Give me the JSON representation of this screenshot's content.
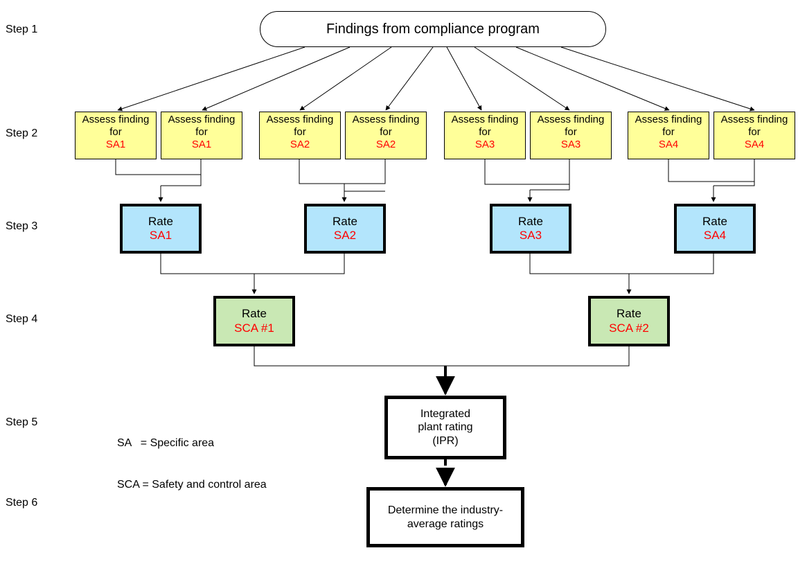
{
  "steps": [
    "Step 1",
    "Step 2",
    "Step 3",
    "Step 4",
    "Step 5",
    "Step 6"
  ],
  "top_node": "Findings from compliance program",
  "assess_nodes": [
    {
      "l1": "Assess finding",
      "l2": "for",
      "area": "SA1"
    },
    {
      "l1": "Assess finding",
      "l2": "for",
      "area": "SA1"
    },
    {
      "l1": "Assess finding",
      "l2": "for",
      "area": "SA2"
    },
    {
      "l1": "Assess finding",
      "l2": "for",
      "area": "SA2"
    },
    {
      "l1": "Assess finding",
      "l2": "for",
      "area": "SA3"
    },
    {
      "l1": "Assess finding",
      "l2": "for",
      "area": "SA3"
    },
    {
      "l1": "Assess finding",
      "l2": "for",
      "area": "SA4"
    },
    {
      "l1": "Assess finding",
      "l2": "for",
      "area": "SA4"
    }
  ],
  "rate_sa_nodes": [
    {
      "label": "Rate",
      "area": "SA1"
    },
    {
      "label": "Rate",
      "area": "SA2"
    },
    {
      "label": "Rate",
      "area": "SA3"
    },
    {
      "label": "Rate",
      "area": "SA4"
    }
  ],
  "rate_sca_nodes": [
    {
      "label": "Rate",
      "area": "SCA #1"
    },
    {
      "label": "Rate",
      "area": "SCA #2"
    }
  ],
  "ipr_node": {
    "l1": "Integrated",
    "l2": "plant rating",
    "l3": "(IPR)"
  },
  "final_node": {
    "l1": "Determine the industry-",
    "l2": "average ratings"
  },
  "legend": [
    "SA   = Specific area",
    "SCA = Safety and control area"
  ],
  "colors": {
    "assess_fill": "#ffff99",
    "rate_sa_fill": "#b3e5fc",
    "rate_sca_fill": "#c9e8b4",
    "accent_text": "#ff0000",
    "line": "#000000"
  }
}
